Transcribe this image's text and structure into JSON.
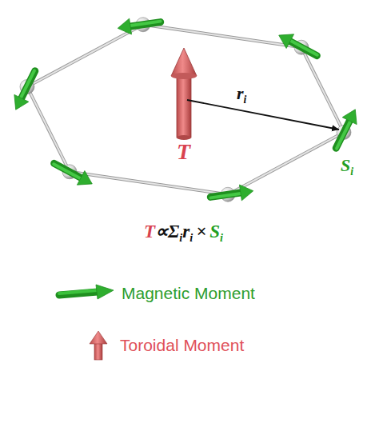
{
  "diagram": {
    "labels": [
      "T",
      "r",
      "i",
      "S",
      "i",
      "T",
      "∝",
      "Σ",
      "i",
      "r",
      "i",
      "×",
      "S",
      "i"
    ],
    "legend": [
      {
        "text": "Magnetic Moment"
      },
      {
        "text": "Toroidal Moment"
      }
    ]
  }
}
